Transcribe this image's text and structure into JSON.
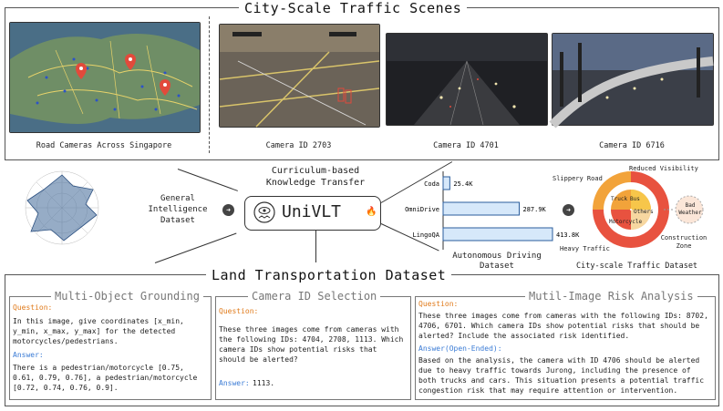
{
  "header": {
    "title": "City-Scale Traffic Scenes"
  },
  "scenes": [
    {
      "caption": "Road Cameras Across Singapore"
    },
    {
      "caption": "Camera ID 2703"
    },
    {
      "caption": "Camera ID 4701"
    },
    {
      "caption": "Camera ID 6716"
    }
  ],
  "middle": {
    "general_dataset": "General\nIntelligence\nDataset",
    "curriculum": "Curriculum-based\nKnowledge Transfer",
    "model_name": "UniVLT",
    "ad_dataset": "Autonomous Driving\nDataset",
    "city_dataset": "City-scale Traffic Dataset"
  },
  "chart_data": {
    "type": "bar",
    "categories": [
      "Coda",
      "OmniDrive",
      "LingoQA"
    ],
    "values": [
      25.4,
      287.9,
      413.8
    ],
    "value_labels": [
      "25.4K",
      "287.9K",
      "413.8K"
    ],
    "title": "Autonomous Driving Dataset"
  },
  "donut": {
    "outer_labels": [
      "Slippery Road",
      "Reduced Visibility",
      "Bad Weather",
      "Construction Zone",
      "Heavy Traffic"
    ],
    "inner_labels": [
      "Truck",
      "Bus",
      "Others",
      "Motorcycle"
    ],
    "colors": {
      "red": "#e8523f",
      "orange": "#f2a33a",
      "yellow": "#f7c64a",
      "light": "#f7d7c4"
    }
  },
  "bottom": {
    "title": "Land Transportation Dataset",
    "panels": [
      {
        "title": "Multi-Object Grounding",
        "q_label": "Question:",
        "question": "In this image, give coordinates [x_min, y_min, x_max, y_max] for the detected motorcycles/pedestrians.",
        "a_label": "Answer:",
        "answer": "There is a pedestrian/motorcycle [0.75, 0.61, 0.79, 0.76], a pedestrian/motorcycle [0.72, 0.74, 0.76, 0.9]."
      },
      {
        "title": "Camera ID Selection",
        "q_label": "Question:",
        "question": "These three images come from cameras with the following IDs: 4704, 2708, 1113. Which camera IDs show potential risks that should be alerted?",
        "a_label": "Answer:",
        "answer": "1113."
      },
      {
        "title": "Mutil-Image Risk Analysis",
        "q_label": "Question:",
        "question": "These three images come from cameras with the following IDs: 8702, 4706, 6701. Which camera IDs show potential risks that should be alerted? Include the associated risk identified.",
        "a_label": "Answer(Open-Ended):",
        "answer": "Based on the analysis, the camera with ID 4706 should be alerted due to heavy traffic towards Jurong, including the presence of both trucks and cars. This situation presents a potential traffic congestion risk that may require attention or intervention."
      }
    ]
  }
}
